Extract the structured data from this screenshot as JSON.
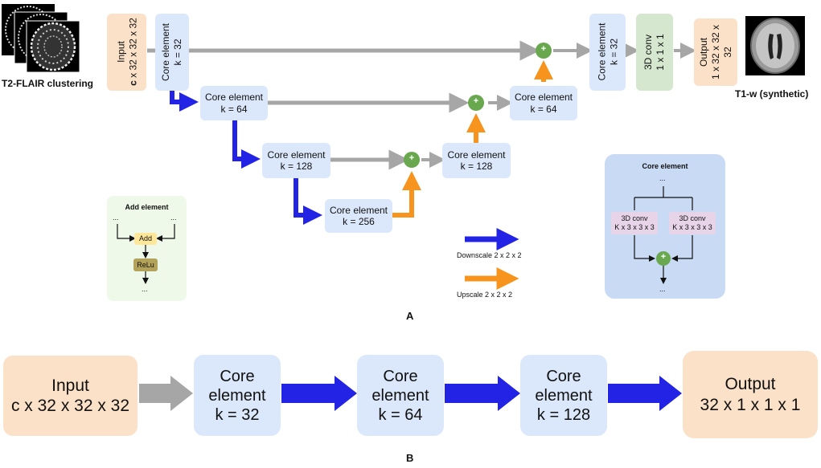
{
  "panel_a": {
    "letter": "A",
    "input_label": "T2-FLAIR clustering",
    "output_label": "T1-w (synthetic)",
    "input_box": {
      "line1": "Input",
      "line2_bold": "c",
      "line2_rest": " x 32 x 32 x 32"
    },
    "output_box": {
      "line1": "Output",
      "line2": "1 x 32 x 32 x",
      "line3": "32"
    },
    "core_title": "Core element",
    "enc_k": [
      "k = 32",
      "k = 64",
      "k = 128",
      "k = 256"
    ],
    "dec_k": [
      "k = 128",
      "k = 64",
      "k = 32"
    ],
    "conv_box": {
      "line1": "3D conv",
      "line2": "1 x 1 x 1"
    },
    "plus_symbol": "+",
    "add_element": {
      "title": "Add element",
      "dots": "...",
      "add": "Add",
      "relu": "ReLu"
    },
    "core_detail": {
      "title": "Core element",
      "dots": "...",
      "conv_line1": "3D conv",
      "conv_line2": "K x 3 x 3 x 3"
    },
    "legend": {
      "down": "Downscale 2 x 2 x 2",
      "up": "Upscale 2 x 2 x 2"
    },
    "colors": {
      "down_arrow": "#2323e6",
      "up_arrow": "#f7941d",
      "skip_arrow": "#a6a6a6",
      "add_node": "#6aa84f"
    }
  },
  "panel_b": {
    "letter": "B",
    "input_box": {
      "line1": "Input",
      "line2": "c x 32 x 32 x 32"
    },
    "core_lines": [
      "Core",
      "element"
    ],
    "core_k": [
      "k = 32",
      "k = 64",
      "k = 128"
    ],
    "output_box": {
      "line1": "Output",
      "line2": "32 x 1 x 1 x 1"
    }
  }
}
